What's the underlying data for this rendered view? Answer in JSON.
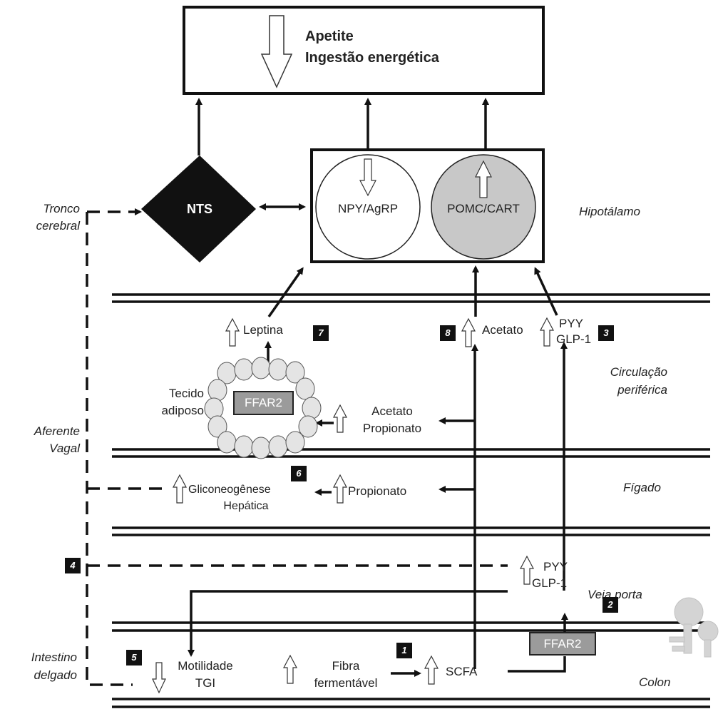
{
  "top_box": {
    "line1": "Apetite",
    "line2": "Ingestão energética"
  },
  "nts": "NTS",
  "npy": "NPY/AgRP",
  "pomc": "POMC/CART",
  "regions": {
    "hipotalamo": "Hipotálamo",
    "tronco1": "Tronco",
    "tronco2": "cerebral",
    "circ1": "Circulação",
    "circ2": "periférica",
    "aferente1": "Aferente",
    "aferente2": "Vagal",
    "figado": "Fígado",
    "veia": "Veia porta",
    "intestino1": "Intestino",
    "intestino2": "delgado",
    "colon": "Colon"
  },
  "labels": {
    "leptina": "Leptina",
    "acetato_circ": "Acetato",
    "pyy_circ": "PYY",
    "glp_circ": "GLP-1",
    "tecido1": "Tecido",
    "tecido2": "adiposo",
    "ffar2_adipose": "FFAR2",
    "acetato_prop1": "Acetato",
    "acetato_prop2": "Propionato",
    "glico1": "Gliconeogênese",
    "glico2": "Hepática",
    "propionato": "Propionato",
    "pyy_portal": "PYY",
    "glp_portal": "GLP-1",
    "ffar2_colon": "FFAR2",
    "motilidade1": "Motilidade",
    "motilidade2": "TGI",
    "fibra1": "Fibra",
    "fibra2": "fermentável",
    "scfa": "SCFA"
  },
  "badges": {
    "b1": "1",
    "b2": "2",
    "b3": "3",
    "b4": "4",
    "b5": "5",
    "b6": "6",
    "b7": "7",
    "b8": "8"
  },
  "colors": {
    "ink": "#111111",
    "gray": "#9b9b9b",
    "pomc_fill": "#c8c8c8",
    "adipocyte": "#e4e4e4"
  }
}
